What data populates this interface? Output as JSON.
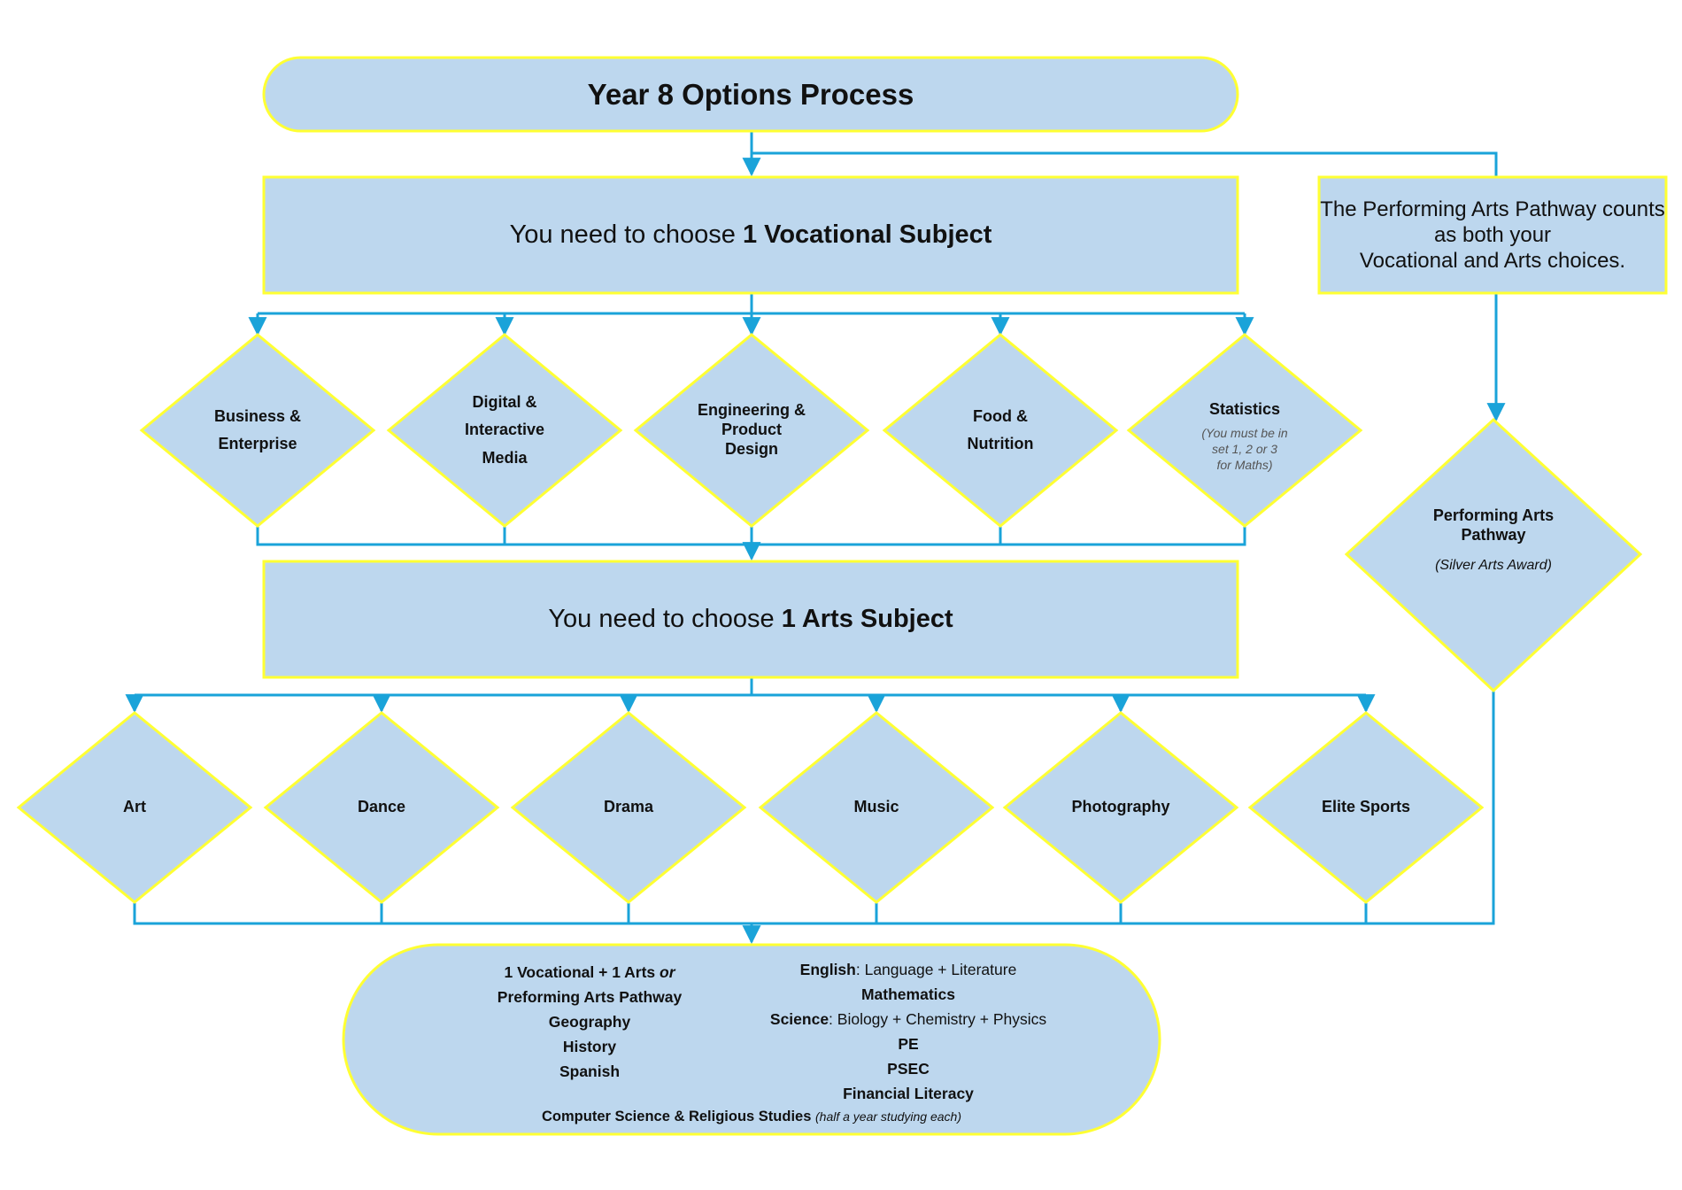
{
  "title": "Year 8 Options Process",
  "vocational_box": {
    "prefix": "You need to choose ",
    "emphasis": "1 Vocational Subject"
  },
  "arts_box": {
    "prefix": "You need to choose ",
    "emphasis": "1 Arts Subject"
  },
  "performing_arts_note": {
    "line1": "The Performing Arts Pathway counts",
    "line2": "as both your",
    "line3": "Vocational and Arts choices."
  },
  "vocational_options": [
    {
      "line1": "Business &",
      "line2": "Enterprise"
    },
    {
      "line1": "Digital &",
      "line2": "Interactive",
      "line3": "Media"
    },
    {
      "line1": "Engineering &",
      "line2": "Product",
      "line3": "Design"
    },
    {
      "line1": "Food &",
      "line2": "Nutrition"
    },
    {
      "line1": "Statistics",
      "note1": "(You must be in",
      "note2": "set 1, 2 or 3",
      "note3": "for Maths)"
    }
  ],
  "performing_arts_pathway": {
    "line1": "Performing Arts",
    "line2": "Pathway",
    "note": "(Silver Arts Award)"
  },
  "arts_options": [
    "Art",
    "Dance",
    "Drama",
    "Music",
    "Photography",
    "Elite Sports"
  ],
  "outcome": {
    "left": {
      "l1_bold": "1 Vocational + 1 Arts ",
      "l1_italic": "or",
      "l2": "Preforming Arts Pathway",
      "l3": "Geography",
      "l4": "History",
      "l5": "Spanish"
    },
    "right": {
      "english_bold": "English",
      "english_rest": ": Language + Literature",
      "maths": "Mathematics",
      "science_bold": "Science",
      "science_rest": ": Biology + Chemistry + Physics",
      "pe": "PE",
      "psec": "PSEC",
      "finlit": "Financial Literacy"
    },
    "footer_bold": "Computer Science & Religious Studies",
    "footer_note": "(half a year studying each)"
  },
  "colors": {
    "fill": "#bdd7ee",
    "border": "#ffff33",
    "connector": "#1aa3d9"
  }
}
